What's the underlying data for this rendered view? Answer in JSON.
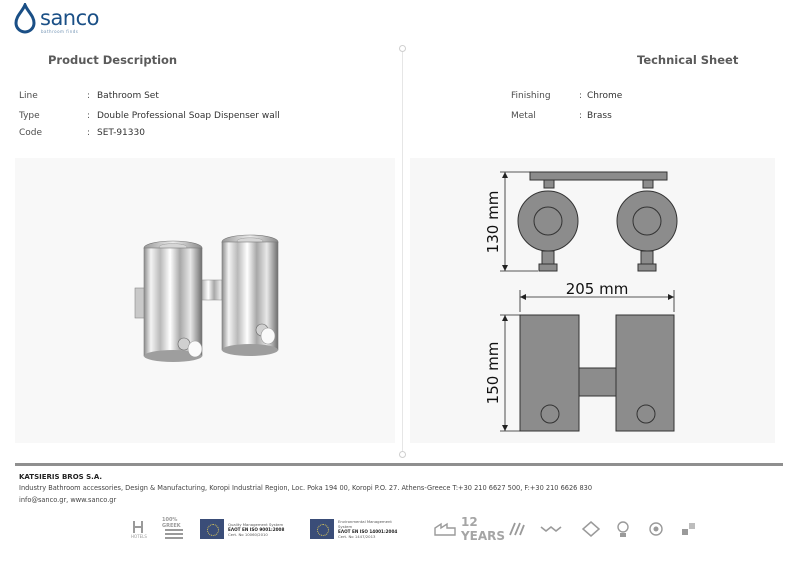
{
  "brand": {
    "name": "sanco",
    "tagline": "bathroom finds",
    "color": "#1a4f86"
  },
  "headings": {
    "left": "Product Description",
    "right": "Technical Sheet"
  },
  "specs_left": [
    {
      "key": "Line",
      "sep": ":",
      "value": "Bathroom Set"
    },
    {
      "key": "Type",
      "sep": ":",
      "value": "Double Professional Soap Dispenser wall m"
    },
    {
      "key": "Code",
      "sep": ":",
      "value": "SET-91330"
    }
  ],
  "specs_right": [
    {
      "key": "Finishing",
      "sep": ":",
      "value": "Chrome"
    },
    {
      "key": "Metal",
      "sep": ":",
      "value": "Brass"
    }
  ],
  "dimensions": {
    "height_top": "130 mm",
    "width": "205 mm",
    "height_front": "150 mm"
  },
  "footer": {
    "company": "KATSIERIS BROS S.A.",
    "address": "Industry Bathroom accessories, Design & Manufacturing, Koropi Industrial Region, Loc. Poka 194 00, Koropi P.O. 27. Athens-Greece   T:+30 210 6627 500, F:+30 210 6626 830",
    "contact": "info@sanco.gr, www.sanco.gr"
  },
  "certifications": {
    "iso9001": {
      "title": "Quality Management System",
      "std": "ΕΛΟΤ EN ISO 9001:2008",
      "cert": "Cert. No 10060/2010"
    },
    "iso14001": {
      "title": "Environmental Management System",
      "std": "ΕΛΟΤ EN ISO 14001:2004",
      "cert": "Cert. No 1447/2013"
    },
    "badges": [
      "HOTELS",
      "100% GREEK",
      "12 YEARS"
    ]
  },
  "colors": {
    "divider": "#e6e6e6",
    "footer_rule": "#8f8f8f",
    "drawing_fill": "#8c8c8c"
  }
}
